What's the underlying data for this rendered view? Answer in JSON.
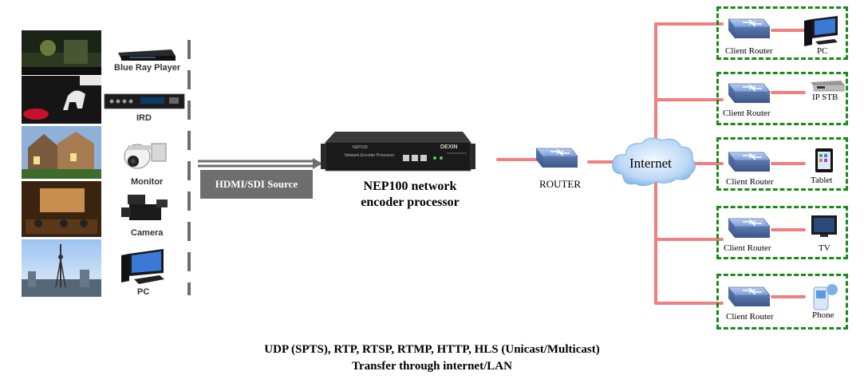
{
  "colors": {
    "link": "#f08080",
    "client_border": "#1a8a1a",
    "source_box": "#6e6e6e",
    "router_blue": "#7f9fd6"
  },
  "sources": [
    {
      "label": "Blue Ray Player",
      "icon": "blu-ray-player-icon"
    },
    {
      "label": "IRD",
      "icon": "ird-receiver-icon"
    },
    {
      "label": "Monitor",
      "icon": "security-camera-icon"
    },
    {
      "label": "Camera",
      "icon": "video-camera-icon"
    },
    {
      "label": "PC",
      "icon": "pc-icon"
    }
  ],
  "source_box_label": "HDMI/SDI Source",
  "encoder": {
    "title_line1": "NEP100 network",
    "title_line2": "encoder processor",
    "brand_text": "DEXIN",
    "panel_model": "NEP100",
    "panel_name": "Network Encoder Processor"
  },
  "router_label": "ROUTER",
  "internet_label": "Internet",
  "clients": [
    {
      "router_label": "Client Router",
      "device_label": "PC",
      "icon": "pc-icon"
    },
    {
      "router_label": "Client Router",
      "device_label": "IP STB",
      "icon": "set-top-box-icon"
    },
    {
      "router_label": "Client Router",
      "device_label": "Tablet",
      "icon": "tablet-icon"
    },
    {
      "router_label": "Client Router",
      "device_label": "TV",
      "icon": "tv-icon"
    },
    {
      "router_label": "Client Router",
      "device_label": "Phone",
      "icon": "phone-icon"
    }
  ],
  "footer": {
    "line1": "UDP (SPTS), RTP, RTSP, RTMP, HTTP, HLS (Unicast/Multicast)",
    "line2": "Transfer through internet/LAN"
  }
}
